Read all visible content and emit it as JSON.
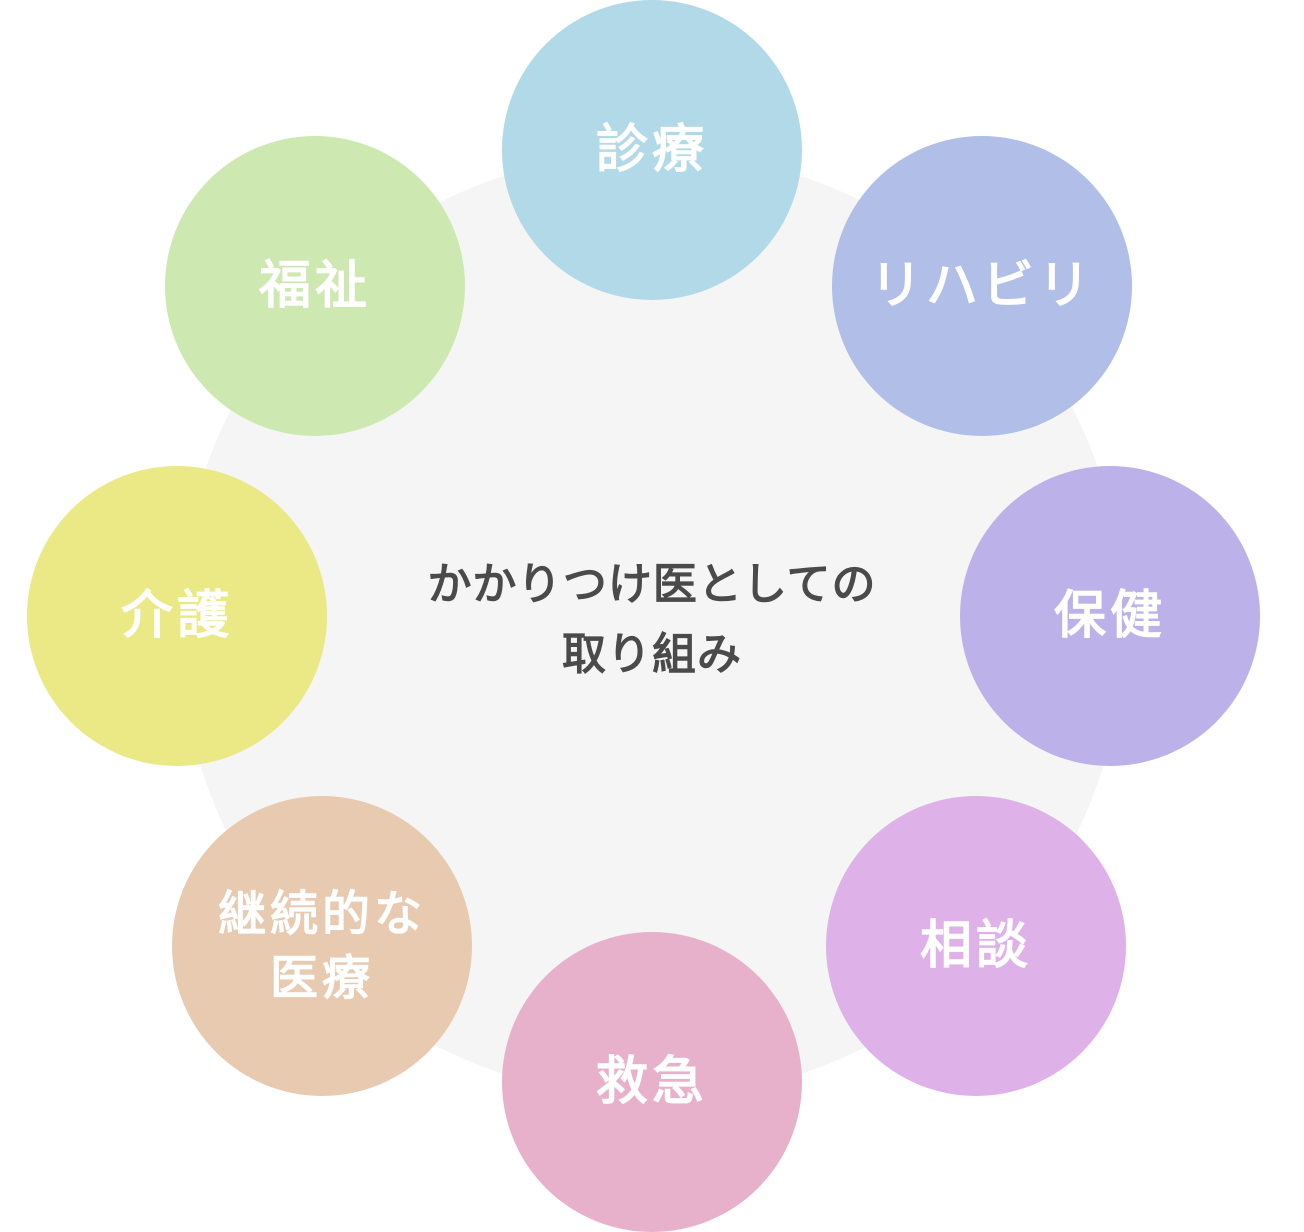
{
  "center": {
    "line1": "かかりつけ医としての",
    "line2": "取り組み"
  },
  "nodes": [
    {
      "id": "shinryo",
      "label": "診療",
      "color": "#b1d9e8"
    },
    {
      "id": "rihabiri",
      "label": "リハビリ",
      "color": "#b0bee8"
    },
    {
      "id": "hoken",
      "label": "保健",
      "color": "#bcb1e8"
    },
    {
      "id": "sodan",
      "label": "相談",
      "color": "#deb1e8"
    },
    {
      "id": "kyukyu",
      "label": "救急",
      "color": "#e8b1cb"
    },
    {
      "id": "keizoku",
      "label_line1": "継続的な",
      "label_line2": "医療",
      "color": "#e8cab1"
    },
    {
      "id": "kaigo",
      "label": "介護",
      "color": "#eae986"
    },
    {
      "id": "fukushi",
      "label": "福祉",
      "color": "#cde8b1"
    }
  ]
}
